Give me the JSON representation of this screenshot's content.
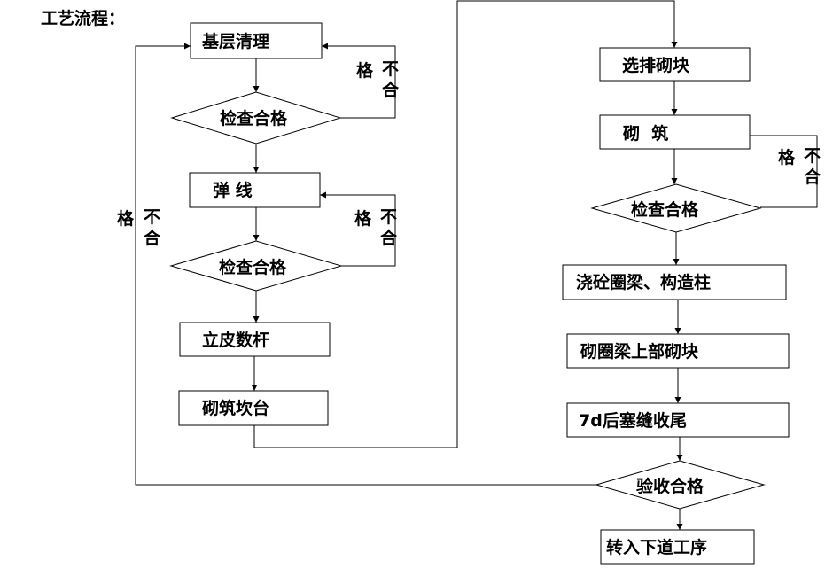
{
  "title": "工艺流程：",
  "nodes": {
    "n1": "基层清理",
    "d1": "检查合格",
    "n2": "弹 线",
    "d2": "检查合格",
    "n3": "立皮数杆",
    "n4": "砌筑坎台",
    "n5": "选排砌块",
    "n6": "砌  筑",
    "d3": "检查合格",
    "n7": "浇砼圈梁、构造柱",
    "n8": "砌圈梁上部砌块",
    "n9": "7d后塞缝收尾",
    "d4": "验收合格",
    "n10": "转入下道工序"
  },
  "fail_label": {
    "top": "不",
    "bottom": "合",
    "side": "格"
  }
}
